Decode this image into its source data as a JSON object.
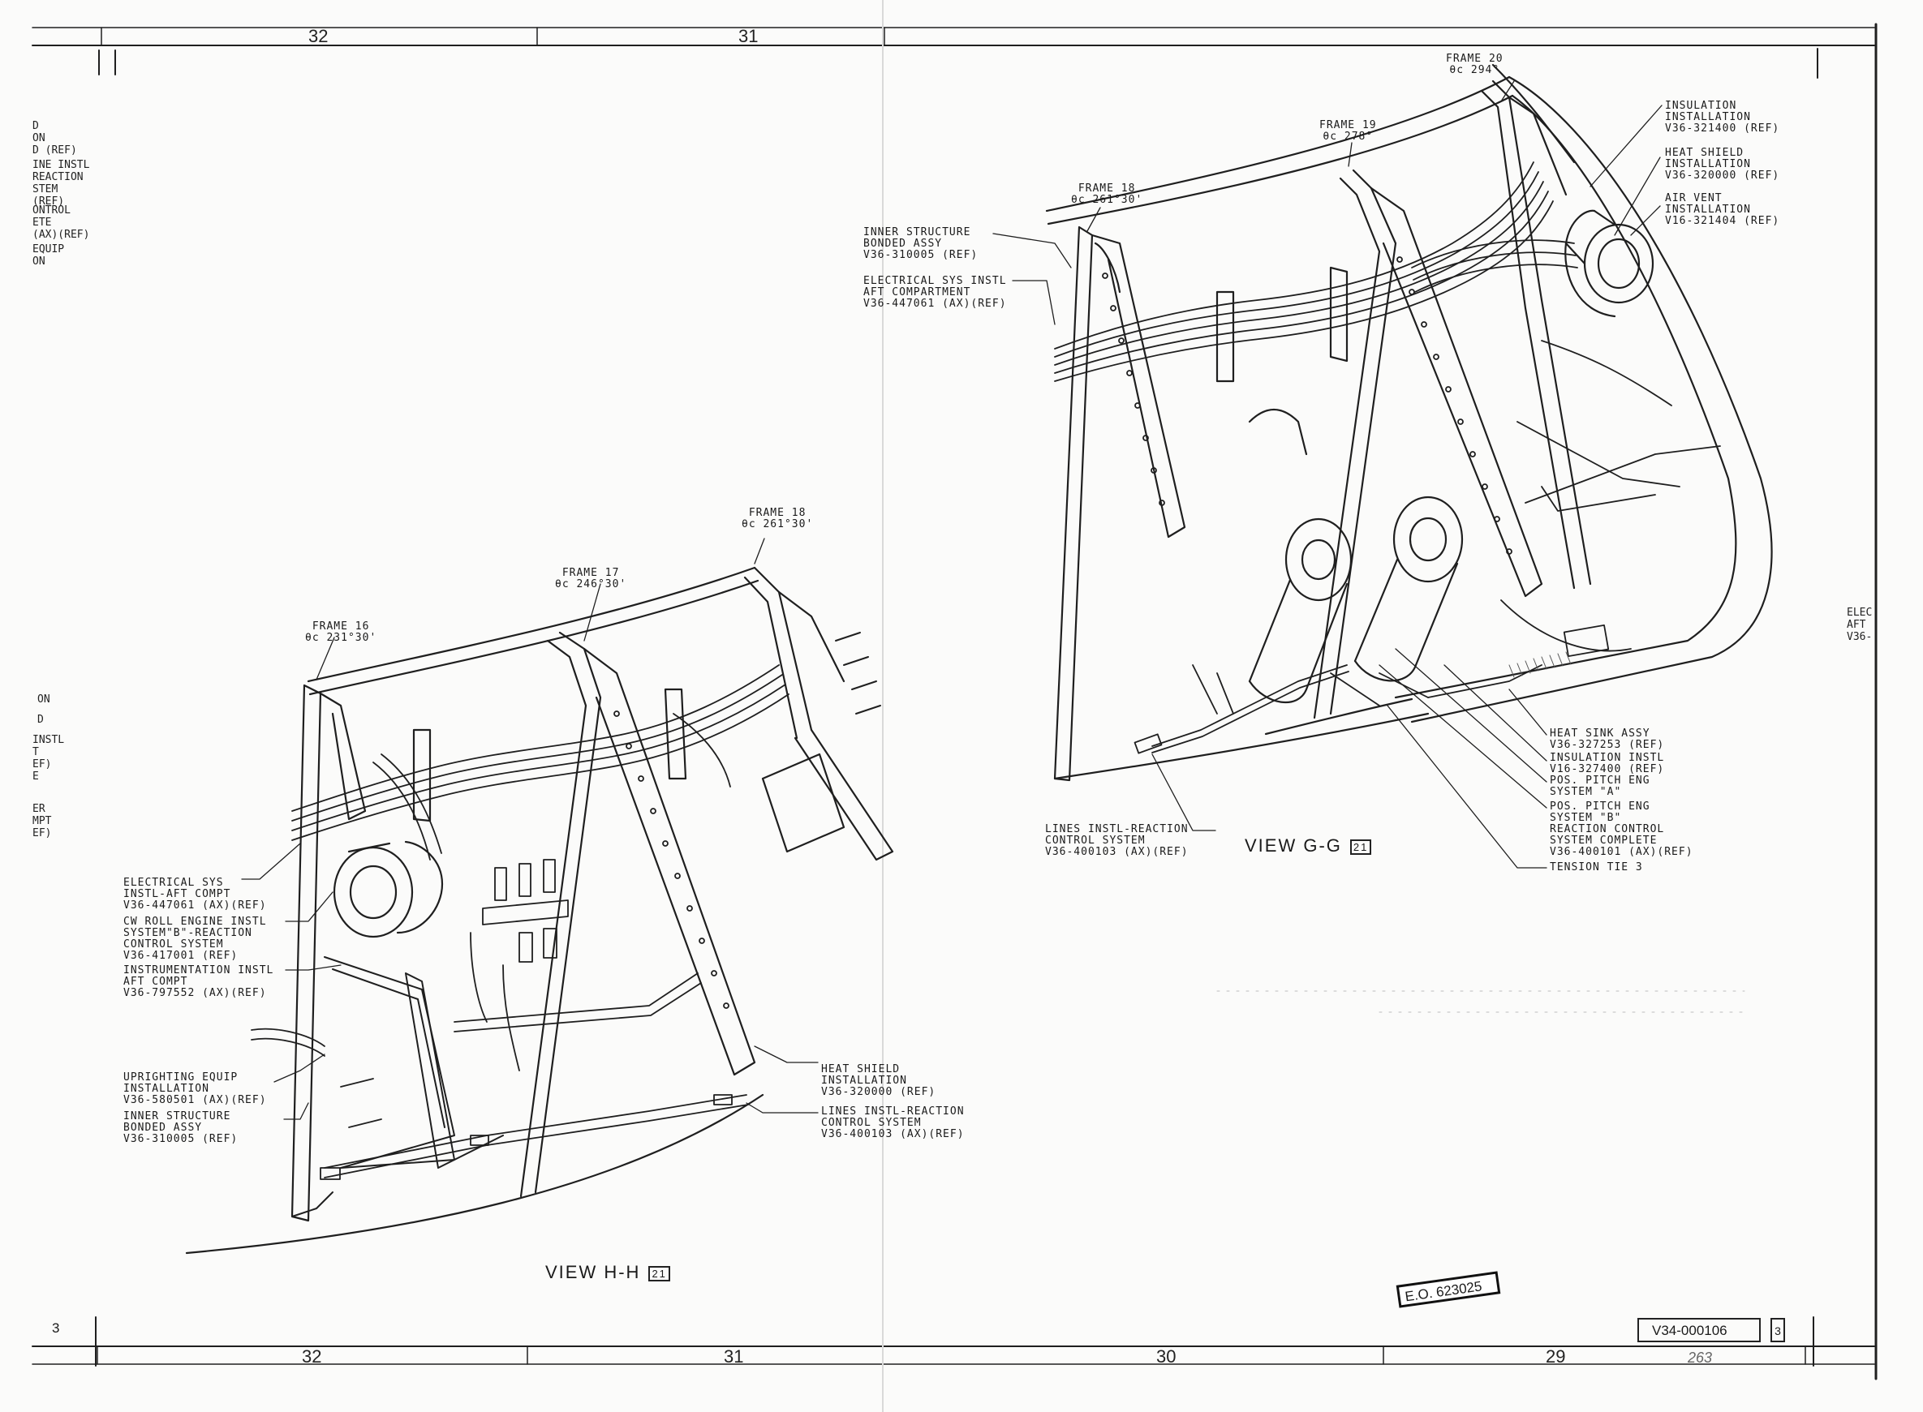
{
  "zones_top": [
    "32",
    "31"
  ],
  "zones_bottom": [
    "32",
    "31",
    "30",
    "29"
  ],
  "left_edge_fragments": [
    "D\nON\nD (REF)",
    "INE INSTL\nREACTION\nSTEM\n(REF)",
    "ONTROL\nETE\n(AX)(REF)",
    "EQUIP\nON"
  ],
  "left_edge_fragments_lower": [
    "ON",
    "D",
    "INSTL\nT\nEF)\nE",
    "ER\nMPT\nEF)"
  ],
  "right_edge_fragment": "ELEC\nAFT\nV36-",
  "view_gg": {
    "title": "VIEW  G-G",
    "sheet_ref": "21",
    "frames": [
      {
        "name": "FRAME 20",
        "angle": "θc 294°"
      },
      {
        "name": "FRAME 19",
        "angle": "θc 278°"
      },
      {
        "name": "FRAME 18",
        "angle": "θc 261°30'"
      }
    ],
    "callouts": [
      "INNER STRUCTURE\nBONDED ASSY\nV36-310005 (REF)",
      "ELECTRICAL SYS INSTL\nAFT COMPARTMENT\nV36-447061 (AX)(REF)",
      "INSULATION\nINSTALLATION\nV36-321400 (REF)",
      "HEAT SHIELD\nINSTALLATION\nV36-320000 (REF)",
      "AIR VENT\nINSTALLATION\nV16-321404 (REF)",
      "HEAT SINK ASSY\nV36-327253 (REF)",
      "INSULATION INSTL\nV16-327400 (REF)",
      "POS. PITCH ENG\nSYSTEM \"A\"",
      "POS. PITCH ENG\nSYSTEM \"B\"",
      "REACTION CONTROL\nSYSTEM COMPLETE\nV36-400101 (AX)(REF)",
      "TENSION TIE 3",
      "LINES INSTL-REACTION\nCONTROL SYSTEM\nV36-400103 (AX)(REF)"
    ]
  },
  "view_hh": {
    "title": "VIEW  H-H",
    "sheet_ref": "21",
    "frames": [
      {
        "name": "FRAME 18",
        "angle": "θc 261°30'"
      },
      {
        "name": "FRAME 17",
        "angle": "θc 246°30'"
      },
      {
        "name": "FRAME 16",
        "angle": "θc 231°30'"
      }
    ],
    "callouts": [
      "ELECTRICAL SYS\nINSTL-AFT COMPT\nV36-447061 (AX)(REF)",
      "CW ROLL ENGINE INSTL\nSYSTEM\"B\"-REACTION\nCONTROL SYSTEM\nV36-417001 (REF)",
      "INSTRUMENTATION INSTL\nAFT COMPT\nV36-797552 (AX)(REF)",
      "UPRIGHTING EQUIP\nINSTALLATION\nV36-580501 (AX)(REF)",
      "INNER STRUCTURE\nBONDED ASSY\nV36-310005 (REF)",
      "HEAT SHIELD\nINSTALLATION\nV36-320000 (REF)",
      "LINES INSTL-REACTION\nCONTROL SYSTEM\nV36-400103 (AX)(REF)"
    ]
  },
  "eo_stamp": "E.O. 623025",
  "drawing_number": "V34-000106",
  "revision": "3",
  "sheet_number": "263",
  "lower_left_number": "3"
}
